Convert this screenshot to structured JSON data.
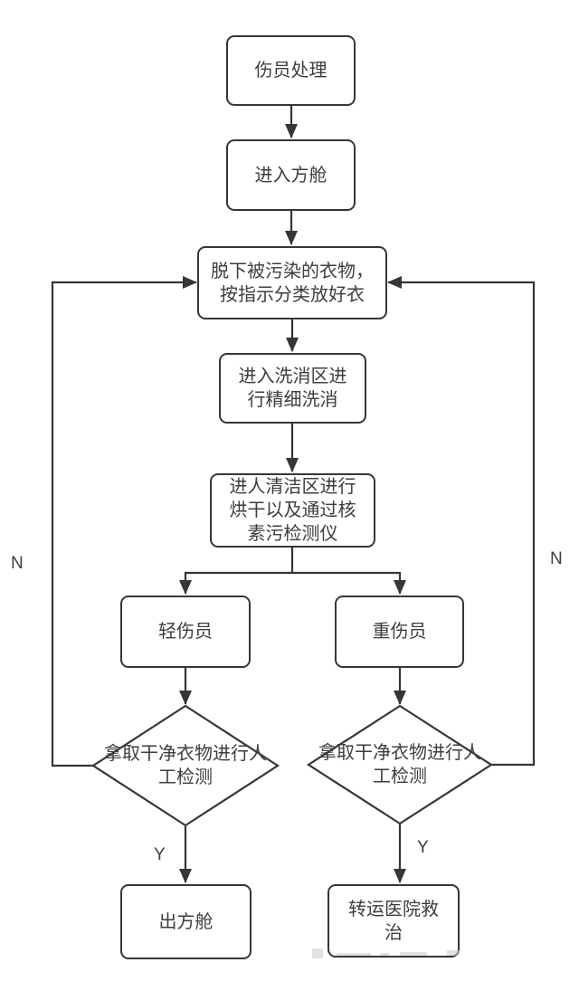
{
  "flowchart": {
    "nodes": [
      {
        "id": "casualty-treatment",
        "type": "process",
        "label": "伤员处理"
      },
      {
        "id": "enter-cabin",
        "type": "process",
        "label": "进入方舱"
      },
      {
        "id": "remove-clothes",
        "type": "process",
        "label": "脱下被污染的衣物，\n按指示分类放好衣"
      },
      {
        "id": "wash-area",
        "type": "process",
        "label": "进入洗消区进\n行精细洗消"
      },
      {
        "id": "clean-area",
        "type": "process",
        "label": "进人清洁区进行\n烘干以及通过核\n素污检测仪"
      },
      {
        "id": "light-casualty",
        "type": "process",
        "label": "轻伤员"
      },
      {
        "id": "severe-casualty",
        "type": "process",
        "label": "重伤员"
      },
      {
        "id": "manual-check-light",
        "type": "decision",
        "label": "拿取干净衣物进行人\n工检测"
      },
      {
        "id": "manual-check-severe",
        "type": "decision",
        "label": "拿取干净衣物进行人\n工检测"
      },
      {
        "id": "exit-cabin",
        "type": "process",
        "label": "出方舱"
      },
      {
        "id": "hospital-transfer",
        "type": "process",
        "label": "转运医院救\n治"
      }
    ],
    "edge_labels": [
      {
        "id": "left-no",
        "text": "N"
      },
      {
        "id": "right-no",
        "text": "N"
      },
      {
        "id": "left-yes",
        "text": "Y"
      },
      {
        "id": "right-yes",
        "text": "Y"
      }
    ],
    "style": {
      "stroke_color": "#363636",
      "node_fill": "#ffffff",
      "text_color": "#3d3d3d",
      "background": "#ffffff"
    }
  }
}
